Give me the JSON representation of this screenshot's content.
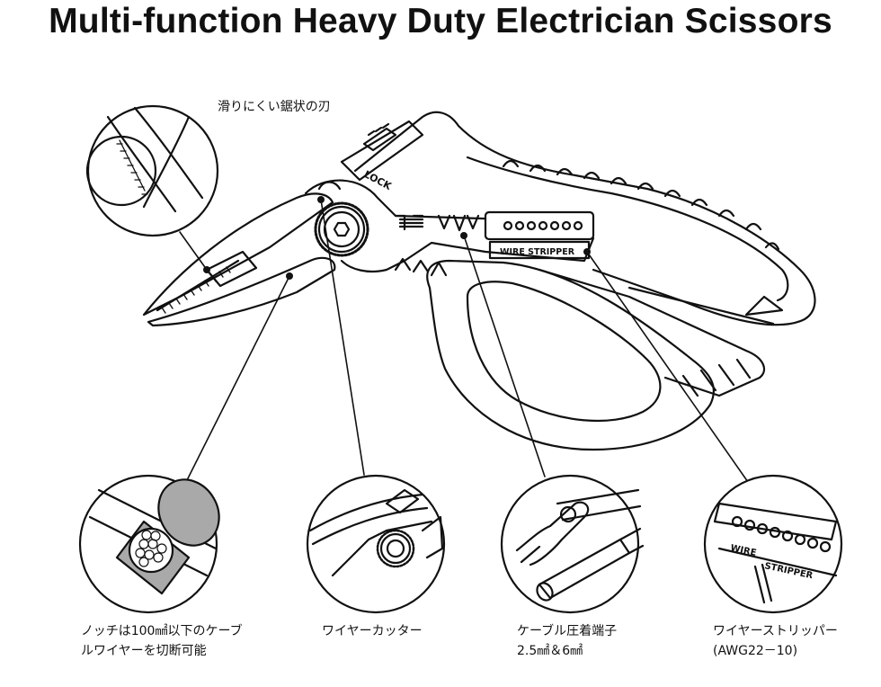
{
  "title": "Multi-function Heavy Duty Electrician Scissors",
  "engravings": {
    "lock": "LOCK",
    "wire_stripper": "WIRE STRIPPER",
    "zoom_wire": "WIRE",
    "zoom_stripper": "STRIPPER"
  },
  "callouts": {
    "serrated_blade": {
      "line1": "滑りにくい鋸状の刃"
    },
    "notch": {
      "line1": "ノッチは100㎟以下のケーブ",
      "line2": "ルワイヤーを切断可能"
    },
    "wire_cutter": {
      "line1": "ワイヤーカッター"
    },
    "crimper": {
      "line1": "ケーブル圧着端子",
      "line2": "2.5㎟＆6㎟"
    },
    "wire_stripper": {
      "line1": "ワイヤーストリッパー",
      "line2": "(AWG22－10)"
    }
  },
  "colors": {
    "line": "#111111",
    "fill": "#ffffff",
    "shade": "#a9a9a9"
  }
}
